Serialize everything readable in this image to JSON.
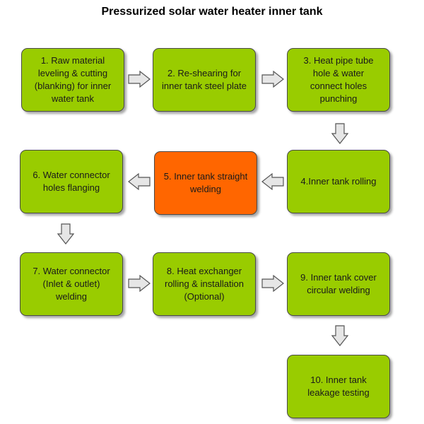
{
  "title": "Pressurized solar water heater inner tank",
  "steps": [
    {
      "label": "1. Raw material\nleveling & cutting\n(blanking) for inner\nwater tank",
      "color": "#99cc00"
    },
    {
      "label": "2. Re-shearing for\ninner tank steel plate",
      "color": "#99cc00"
    },
    {
      "label": "3. Heat pipe tube\nhole & water\nconnect holes\npunching",
      "color": "#99cc00"
    },
    {
      "label": "4.Inner tank rolling",
      "color": "#99cc00"
    },
    {
      "label": "5. Inner tank straight\nwelding",
      "color": "#ff6600"
    },
    {
      "label": "6. Water connector\nholes flanging",
      "color": "#99cc00"
    },
    {
      "label": "7. Water connector\n(Inlet & outlet)\nwelding",
      "color": "#99cc00"
    },
    {
      "label": "8. Heat exchanger\nrolling & installation\n(Optional)",
      "color": "#99cc00"
    },
    {
      "label": "9. Inner tank cover\ncircular welding",
      "color": "#99cc00"
    },
    {
      "label": "10. Inner tank\nleakage testing",
      "color": "#99cc00"
    }
  ],
  "arrow_color": "#e6e6e6",
  "highlight_color": "#ff6600",
  "box_color": "#99cc00"
}
